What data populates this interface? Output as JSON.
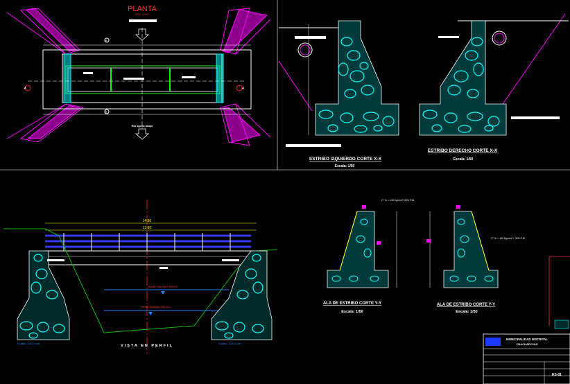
{
  "colors": {
    "background": "#000000",
    "concrete_fill": "#00ffff",
    "outline": "#ffffff",
    "wingwall": "#ff00ff",
    "deck_beams": "#3a3aff",
    "ground_line": "#00c000",
    "water": "#2080ff",
    "title_red": "#ff3030",
    "axis_red": "#ff2020",
    "dims": "#ffff00"
  },
  "plan": {
    "title": "PLANTA",
    "scale_note": "ESC 1/100",
    "flow_label": "Río aguas abajo",
    "section_markers": [
      "A",
      "A"
    ],
    "cut_markers": [
      "B",
      "B"
    ]
  },
  "sections": {
    "left": {
      "title": "ESTRIBO IZQUIERDO CORTE X-X",
      "scale": "Escala: 1/50"
    },
    "right": {
      "title": "ESTRIBO DERECHO CORTE X-X",
      "scale": "Escala: 1/50"
    },
    "ala_left": {
      "title": "ALA DE ESTRIBO CORTE Y-Y",
      "scale": "Escala: 1/50",
      "note": "C° f'c = 140 Kg/cm2+30% P.M."
    },
    "ala_right": {
      "title": "ALA DE ESTRIBO CORTE Y-Y",
      "scale": "Escala: 1/50",
      "note": "C° f'c = 140 Kg/cm2 + 30% P.M."
    }
  },
  "elevation": {
    "title": "VISTA EN PERFIL",
    "dim_top": "14.80",
    "dim_second": "13.80",
    "water_max": "NAME MAXIMO RIEGO",
    "water_min": "NAME MINIMO RIEGO",
    "note_left": "Solado: 10x10 cm",
    "note_right": "Solado: 10x10 cm"
  },
  "title_block": {
    "entity": "MUNICIPALIDAD DISTRITAL",
    "entity_sub": "CHACHAPOYAS",
    "sheet": "ES-01"
  }
}
